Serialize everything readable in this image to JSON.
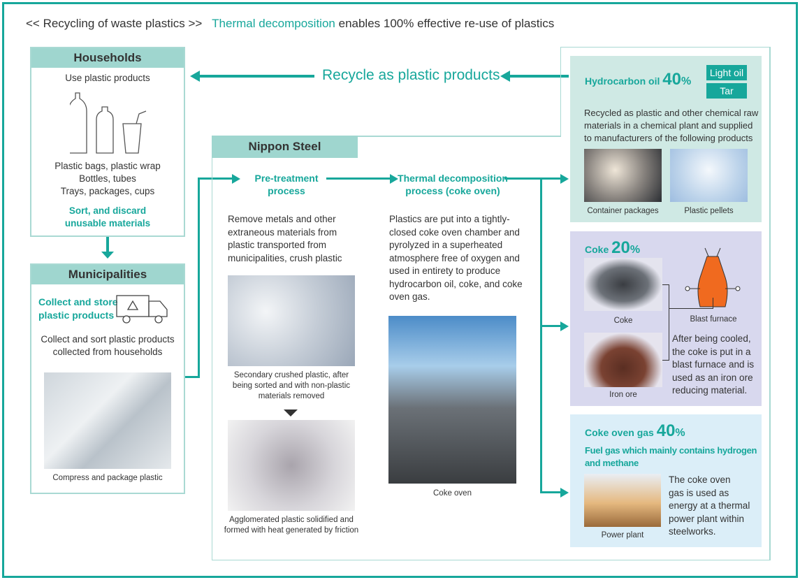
{
  "title": {
    "prefix": "<< Recycling of waste plastics >>",
    "highlight": "Thermal decomposition",
    "suffix": "enables 100% effective re-use of plastics"
  },
  "recycle_label": "Recycle as plastic products",
  "households": {
    "header": "Households",
    "use": "Use plastic products",
    "items": [
      "Plastic bags, plastic wrap",
      "Bottles, tubes",
      "Trays, packages, cups"
    ],
    "sort": [
      "Sort, and discard",
      "unusable materials"
    ]
  },
  "municipalities": {
    "header": "Municipalities",
    "collect": [
      "Collect and store",
      "plastic products"
    ],
    "desc": [
      "Collect and sort plastic products",
      "collected from households"
    ],
    "caption": "Compress and package plastic"
  },
  "nippon": {
    "header": "Nippon Steel",
    "pretreat": {
      "title": [
        "Pre-treatment",
        "process"
      ],
      "desc": [
        "Remove metals and other",
        "extraneous materials from",
        "plastic transported from",
        "municipalities, crush plastic"
      ],
      "cap1": [
        "Secondary crushed plastic, after",
        "being sorted and with non-plastic",
        "materials removed"
      ],
      "cap2": [
        "Agglomerated plastic solidified and",
        "formed with heat generated by friction"
      ]
    },
    "thermal": {
      "title": [
        "Thermal decomposition",
        "process (coke oven)"
      ],
      "desc": [
        "Plastics are put into a tightly-",
        "closed coke oven chamber and",
        "pyrolyzed in a superheated",
        "atmosphere free of oxygen and",
        "used in entirety to produce",
        "hydrocarbon oil, coke, and coke",
        "oven gas."
      ],
      "caption": "Coke oven"
    }
  },
  "hydro": {
    "label": "Hydrocarbon oil",
    "pct": "40",
    "unit": "%",
    "tags": [
      "Light oil",
      "Tar"
    ],
    "desc": [
      "Recycled as plastic and other chemical raw",
      "materials in a chemical plant and supplied",
      "to manufacturers of the following products"
    ],
    "cap1": "Container packages",
    "cap2": "Plastic pellets"
  },
  "coke": {
    "label": "Coke",
    "pct": "20",
    "unit": "%",
    "cap_coke": "Coke",
    "cap_furnace": "Blast furnace",
    "cap_ore": "Iron ore",
    "desc": [
      "After being cooled,",
      "the coke is put in a",
      "blast furnace and is",
      "used as an iron ore",
      "reducing material."
    ]
  },
  "gas": {
    "label": "Coke oven gas",
    "pct": "40",
    "unit": "%",
    "sub": [
      "Fuel gas which mainly contains hydrogen",
      "and methane"
    ],
    "desc": [
      "The coke oven",
      "gas is used as",
      "energy at a thermal",
      "power plant within",
      "steelworks."
    ],
    "caption": "Power plant"
  }
}
